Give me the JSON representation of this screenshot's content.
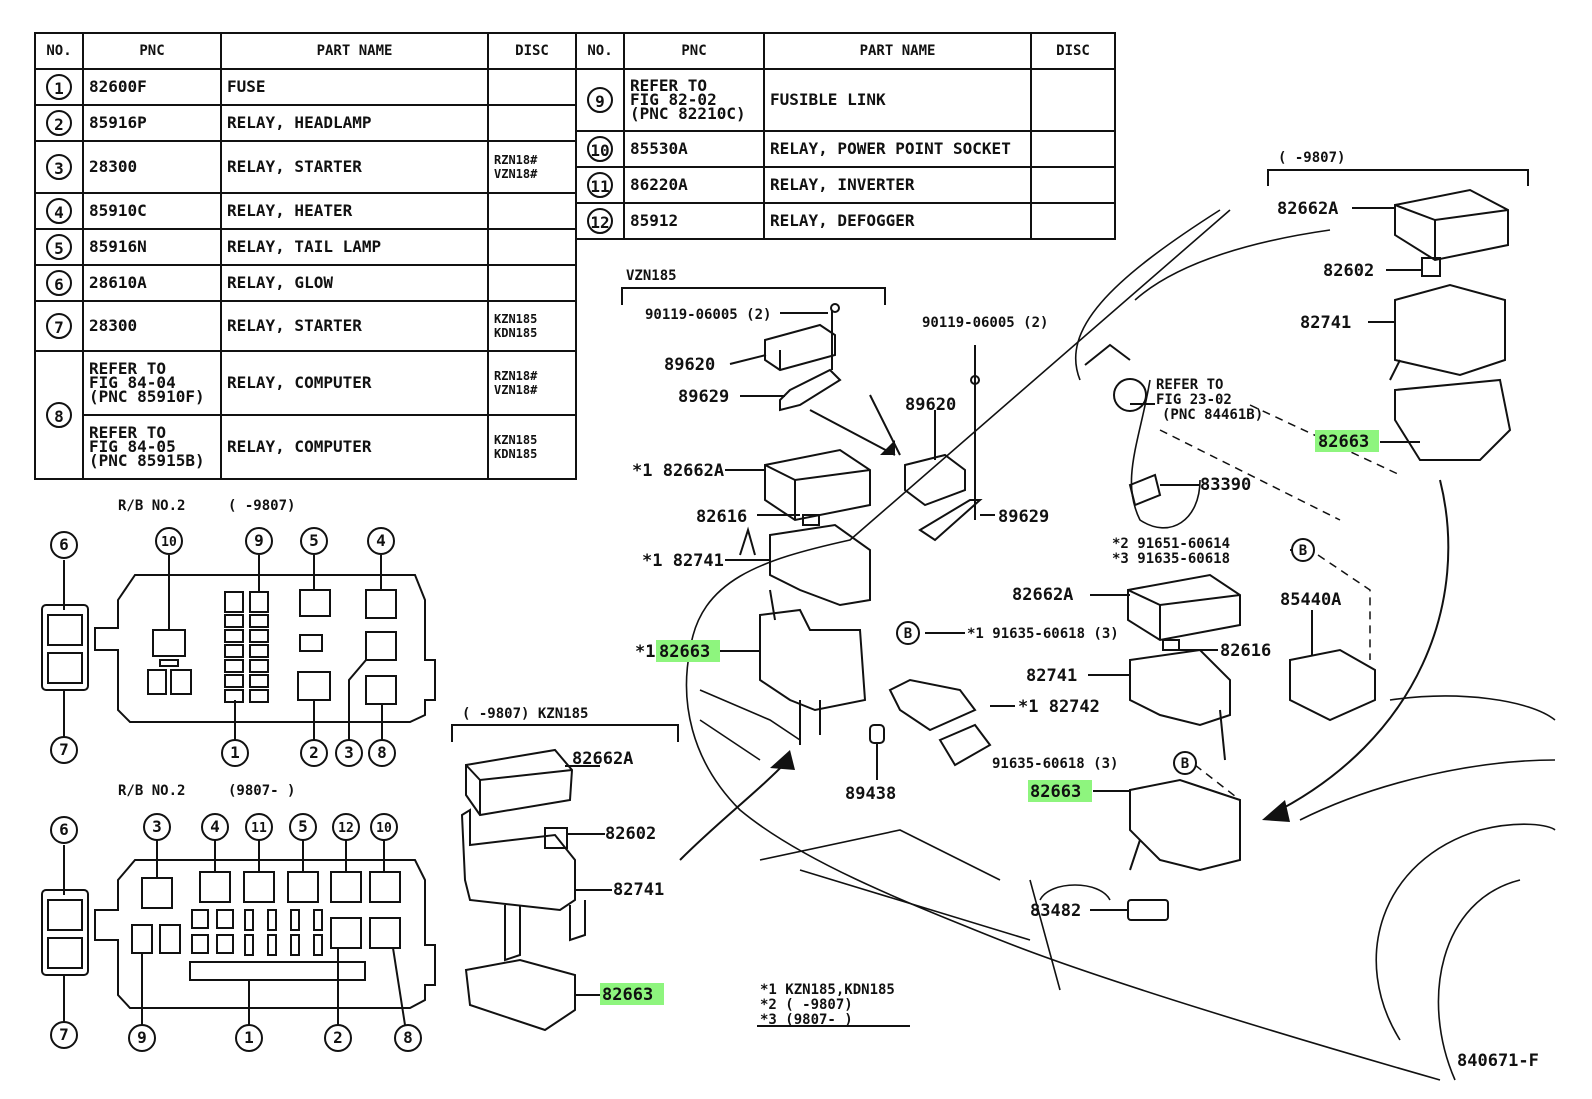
{
  "table_left": {
    "headers": [
      "NO.",
      "PNC",
      "PART NAME",
      "DISC"
    ],
    "rows": [
      {
        "no": "1",
        "pnc": "82600F",
        "name": "FUSE",
        "disc": ""
      },
      {
        "no": "2",
        "pnc": "85916P",
        "name": "RELAY, HEADLAMP",
        "disc": ""
      },
      {
        "no": "3",
        "pnc": "28300",
        "name": "RELAY, STARTER",
        "disc": "RZN18#\nVZN18#"
      },
      {
        "no": "4",
        "pnc": "85910C",
        "name": "RELAY, HEATER",
        "disc": ""
      },
      {
        "no": "5",
        "pnc": "85916N",
        "name": "RELAY, TAIL LAMP",
        "disc": ""
      },
      {
        "no": "6",
        "pnc": "28610A",
        "name": "RELAY, GLOW",
        "disc": ""
      },
      {
        "no": "7",
        "pnc": "28300",
        "name": "RELAY, STARTER",
        "disc": "KZN185\nKDN185"
      },
      {
        "no": "8",
        "pnc": "REFER TO\nFIG 84-04\n(PNC 85910F)",
        "name": "RELAY, COMPUTER",
        "disc": "RZN18#\nVZN18#"
      },
      {
        "no": "",
        "pnc": "REFER TO\nFIG 84-05\n(PNC 85915B)",
        "name": "RELAY, COMPUTER",
        "disc": "KZN185\nKDN185"
      }
    ]
  },
  "table_right": {
    "headers": [
      "NO.",
      "PNC",
      "PART NAME",
      "DISC"
    ],
    "rows": [
      {
        "no": "9",
        "pnc": "REFER TO\nFIG 82-02\n(PNC 82210C)",
        "name": "FUSIBLE LINK",
        "disc": ""
      },
      {
        "no": "10",
        "pnc": "85530A",
        "name": "RELAY, POWER POINT SOCKET",
        "disc": ""
      },
      {
        "no": "11",
        "pnc": "86220A",
        "name": "RELAY, INVERTER",
        "disc": ""
      },
      {
        "no": "12",
        "pnc": "85912",
        "name": "RELAY, DEFOGGER",
        "disc": ""
      }
    ]
  },
  "rb_top": {
    "title": "R/B NO.2",
    "range": "(    -9807)",
    "callouts": [
      "6",
      "10",
      "9",
      "5",
      "4",
      "7",
      "1",
      "2",
      "3",
      "8"
    ]
  },
  "rb_bottom": {
    "title": "R/B NO.2",
    "range": "(9807-    )",
    "callouts": [
      "6",
      "3",
      "4",
      "11",
      "5",
      "12",
      "10",
      "7",
      "9",
      "1",
      "2",
      "8"
    ]
  },
  "kzn_group": {
    "label": "(    -9807)  KZN185",
    "codes": [
      "82662A",
      "82602",
      "82741",
      "82663"
    ]
  },
  "vzn_group": {
    "label": "VZN185"
  },
  "top_right_group": {
    "label": "(    -9807)"
  },
  "part_labels": {
    "bolt_a": "90119-06005 (2)",
    "bolt_b": "90119-06005 (2)",
    "ecu_a": "89620",
    "bracket_a": "89629",
    "ecu_b": "89620",
    "bracket_b": "89629",
    "cover_left": "*1 82662A",
    "fuse_left": "82616",
    "block_left": "*1 82741",
    "box_left": "*1",
    "box_left_code": "82663",
    "screw_left": "*1 91635-60618 (3)",
    "relay_left": "*1 82742",
    "sensor": "89438",
    "screw_mid": "91635-60618 (3)",
    "refer": "REFER TO\nFIG 23-02\n(PNC 84461B)",
    "switch": "83390",
    "clip_a": "*2 91651-60614",
    "clip_b": "*3 91635-60618",
    "cover_mid": "82662A",
    "fuse_mid": "82616",
    "block_mid": "82741",
    "box_mid": "82663",
    "relay_right": "85440A",
    "connector": "83482",
    "cover_tr": "82662A",
    "relay_tr": "82602",
    "block_tr": "82741",
    "box_tr": "82663"
  },
  "callout_letter": "B",
  "footnotes": [
    "*1  KZN185,KDN185",
    "*2  (    -9807)",
    "*3  (9807-    )"
  ],
  "figure_id": "840671-F",
  "highlight_color": "#8ef57e"
}
